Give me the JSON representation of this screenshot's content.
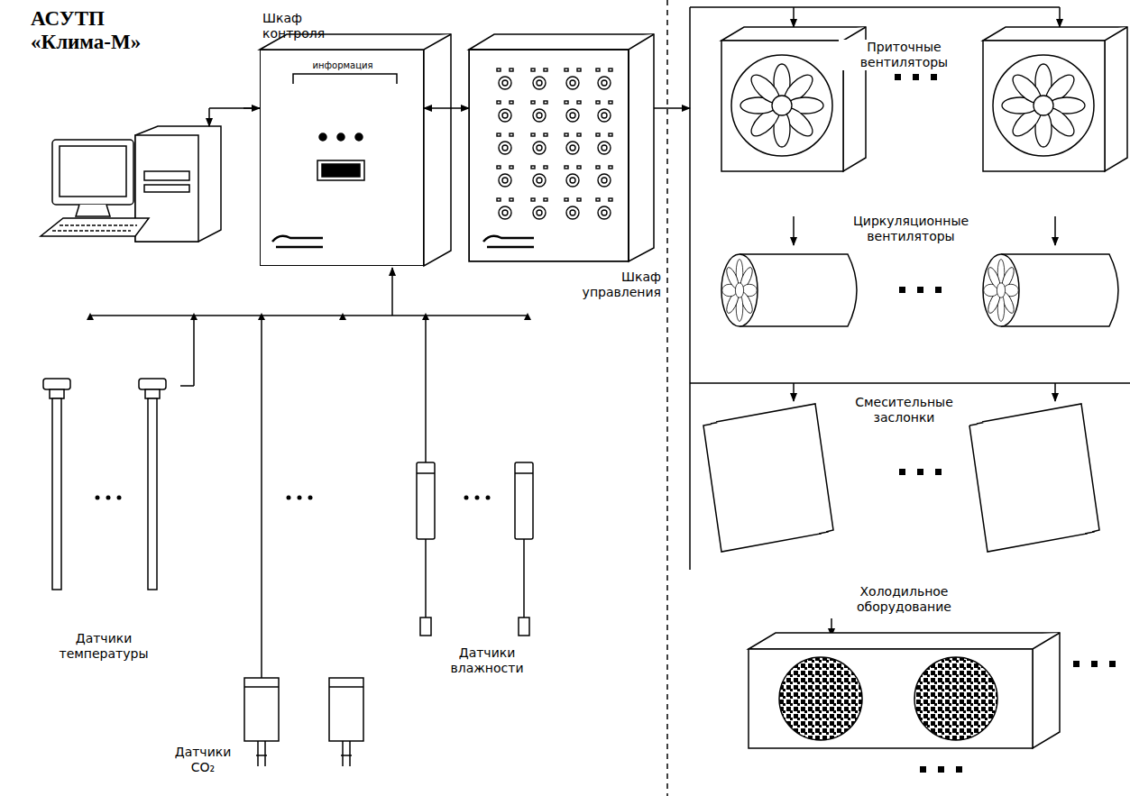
{
  "diagram": {
    "title": "АСУТП «Клима-М»",
    "nodes": [
      {
        "text": [
          "Шкаф контроля",
          "информация"
        ]
      },
      {
        "text": [
          "Шкаф управления"
        ]
      }
    ],
    "edges": [
      {
        "from": 0,
        "to": 1,
        "arrow": "both"
      }
    ],
    "labels": [
      "Приточные вентиляторы",
      "Циркуляционные вентиляторы",
      "Смесительные заслонки",
      "Холодильное оборудование",
      "Датчики температуры",
      "Датчики влажности",
      "Датчики CO₂"
    ]
  }
}
